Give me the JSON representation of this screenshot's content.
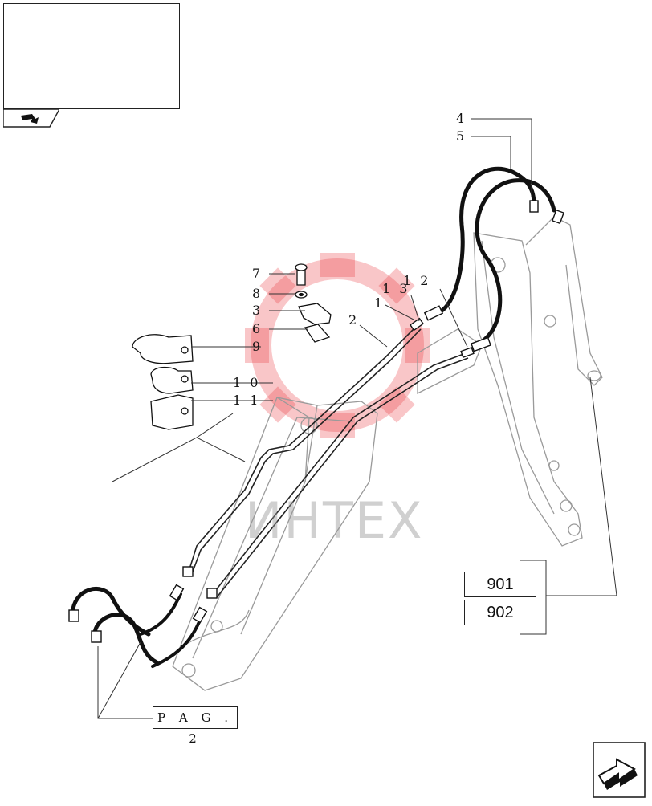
{
  "diagram": {
    "callouts": [
      "4",
      "5",
      "7",
      "8",
      "3",
      "6",
      "9",
      "1 0",
      "1 1",
      "1",
      "1 3",
      "1 2",
      "2"
    ],
    "reference_boxes": [
      "901",
      "902"
    ],
    "page_ref": "P A G . 2",
    "watermark_text": "ИНТЕХ",
    "watermark_color": "#e8333a",
    "line_color": "#222222"
  },
  "icons": {
    "thumbnail": "backhoe-loader-thumbnail",
    "nav_tab": "back-arrow-icon",
    "next_page": "next-page-arrow-icon"
  }
}
